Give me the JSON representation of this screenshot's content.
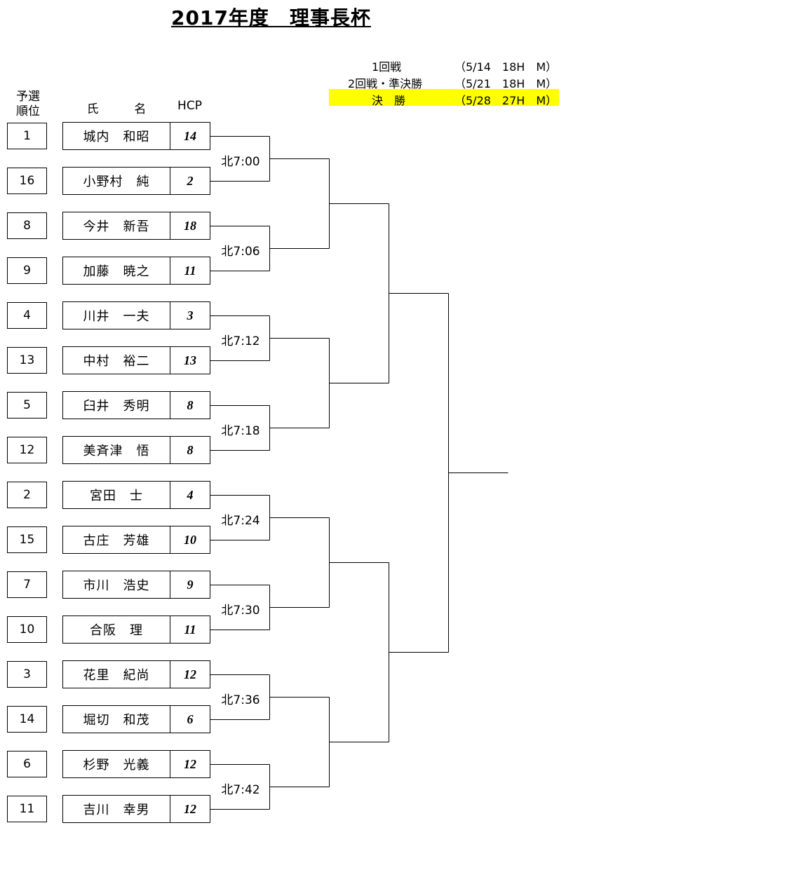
{
  "title": "2017年度　理事長杯",
  "schedule": [
    {
      "round": "1回戦",
      "info": "（5/14　18H　M）",
      "highlight": false
    },
    {
      "round": "2回戦・準決勝",
      "info": "（5/21　18H　M）",
      "highlight": false
    },
    {
      "round": "決　勝",
      "info": "（5/28　27H　M）",
      "highlight": true
    }
  ],
  "headers": {
    "rank_line1": "予選",
    "rank_line2": "順位",
    "name_a": "氏",
    "name_b": "名",
    "hcp": "HCP"
  },
  "players": [
    {
      "rank": "1",
      "name": "城内　和昭",
      "hcp": "14"
    },
    {
      "rank": "16",
      "name": "小野村　純",
      "hcp": "2"
    },
    {
      "rank": "8",
      "name": "今井　新吾",
      "hcp": "18"
    },
    {
      "rank": "9",
      "name": "加藤　暁之",
      "hcp": "11"
    },
    {
      "rank": "4",
      "name": "川井　一夫",
      "hcp": "3"
    },
    {
      "rank": "13",
      "name": "中村　裕二",
      "hcp": "13"
    },
    {
      "rank": "5",
      "name": "臼井　秀明",
      "hcp": "8"
    },
    {
      "rank": "12",
      "name": "美斉津　悟",
      "hcp": "8"
    },
    {
      "rank": "2",
      "name": "宮田　士",
      "hcp": "4"
    },
    {
      "rank": "15",
      "name": "古庄　芳雄",
      "hcp": "10"
    },
    {
      "rank": "7",
      "name": "市川　浩史",
      "hcp": "9"
    },
    {
      "rank": "10",
      "name": "合阪　理",
      "hcp": "11"
    },
    {
      "rank": "3",
      "name": "花里　紀尚",
      "hcp": "12"
    },
    {
      "rank": "14",
      "name": "堀切　和茂",
      "hcp": "6"
    },
    {
      "rank": "6",
      "name": "杉野　光義",
      "hcp": "12"
    },
    {
      "rank": "11",
      "name": "吉川　幸男",
      "hcp": "12"
    }
  ],
  "tee_times": [
    "北7:00",
    "北7:06",
    "北7:12",
    "北7:18",
    "北7:24",
    "北7:30",
    "北7:36",
    "北7:42"
  ],
  "colors": {
    "highlight": "#ffff00",
    "line": "#000000"
  }
}
